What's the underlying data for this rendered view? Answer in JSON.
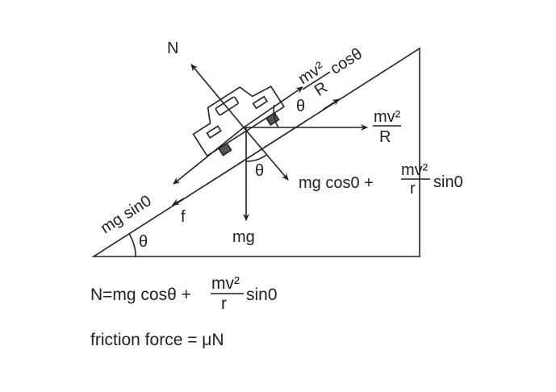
{
  "labels": {
    "normal": "N",
    "centripetal_cos_num": "mv²",
    "centripetal_cos_den": "R",
    "centripetal_cos_suffix": "cosθ",
    "centripetal_num": "mv²",
    "centripetal_den": "R",
    "theta_top": "θ",
    "theta_car": "θ",
    "theta_base": "θ",
    "mgcos_prefix": "mg cos0 +",
    "mgcos_num": "mv²",
    "mgcos_den": "r",
    "mgcos_suffix": "sin0",
    "mg_sin": "mg sin0",
    "friction": "f",
    "weight": "mg"
  },
  "equations": {
    "normal_prefix": "N=mg cosθ +",
    "normal_num": "mv²",
    "normal_den": "r",
    "normal_suffix": "sin0",
    "friction_eq": "friction force = μN"
  }
}
